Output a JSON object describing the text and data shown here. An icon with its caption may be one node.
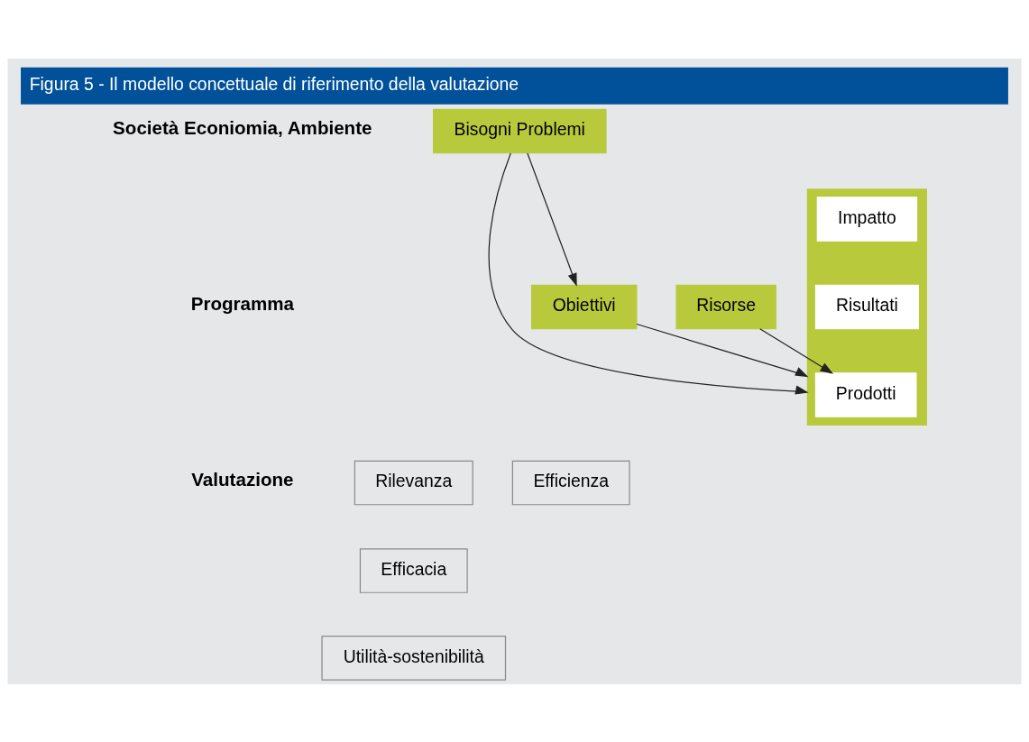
{
  "diagram": {
    "title": "Figura 5 - Il modello concettuale di riferimento della valutazione",
    "nodes": [
      {
        "text": [
          "Bisogni Problemi"
        ]
      },
      {
        "text": [],
        "shape": "parallelogram"
      },
      {
        "text": [
          "Impatto"
        ],
        "in": 1
      },
      {
        "text": [
          "Risultati"
        ],
        "in": 1
      },
      {
        "text": [
          "Obiettivi"
        ]
      },
      {
        "text": [
          "Risorse"
        ]
      },
      {
        "text": [
          "Prodotti"
        ],
        "in": 1
      },
      {
        "text": [
          "Rilevanza"
        ]
      },
      {
        "text": [
          "Efficienza"
        ]
      },
      {
        "text": [
          "Efficacia"
        ]
      },
      {
        "text": [
          "Utilità-sostenibilità"
        ]
      }
    ],
    "edges": [
      {
        "from": 0,
        "to": 4,
        "arrow": "to"
      },
      {
        "from": 5,
        "to": 6,
        "arrow": "to"
      },
      {
        "from": 4,
        "to": 1,
        "arrow": "to"
      },
      {
        "from": 0,
        "to": 1,
        "arrow": "to"
      }
    ],
    "labels": [
      "Società Econiomia, Ambiente",
      "Programma",
      "Valutazione"
    ]
  }
}
